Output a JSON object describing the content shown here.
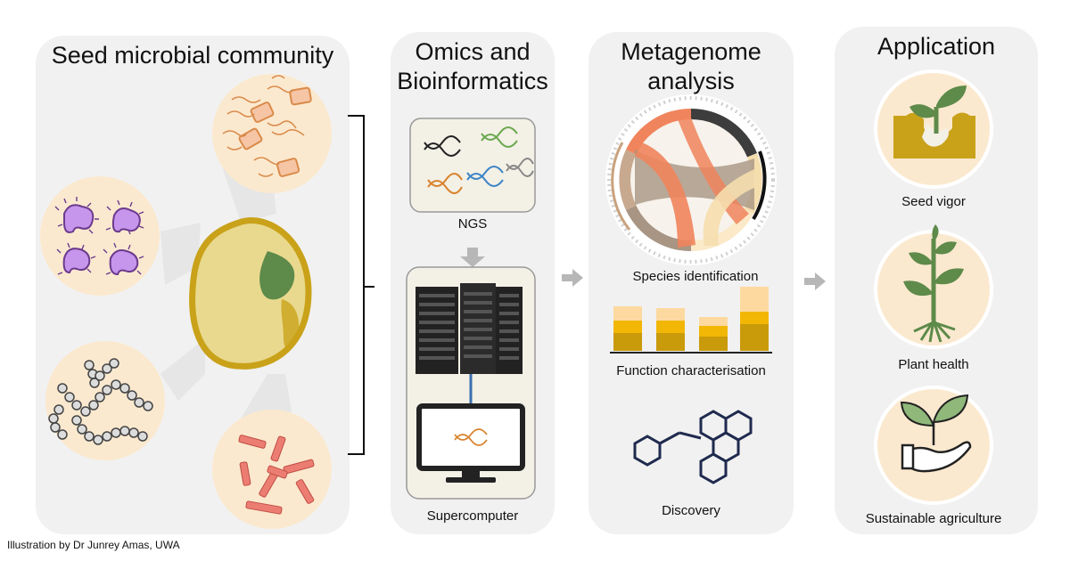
{
  "panels": {
    "seed_community": {
      "title": "Seed microbial community"
    },
    "omics": {
      "title_line1": "Omics and",
      "title_line2": "Bioinformatics",
      "ngs_label": "NGS",
      "supercomputer_label": "Supercomputer"
    },
    "metagenome": {
      "title_line1": "Metagenome",
      "title_line2": "analysis",
      "species_label": "Species identification",
      "function_label": "Function characterisation",
      "discovery_label": "Discovery"
    },
    "application": {
      "title": "Application",
      "seed_vigor_label": "Seed vigor",
      "plant_health_label": "Plant health",
      "sustainable_label": "Sustainable agriculture"
    }
  },
  "credit": "Illustration by Dr Junrey Amas, UWA",
  "colors": {
    "panel_bg": "#f1f1f1",
    "circle_fill": "#fbe9cf",
    "seed_yellow": "#e9d98e",
    "seed_rim": "#c9a21a",
    "leaf_green": "#5e8a4a",
    "arrow_gray": "#b7b7b7",
    "bacteria_purple": "#b87ee0",
    "rod_red": "#e56b62",
    "chord_orange": "#f0845c",
    "bar_gold": "#f2b705"
  },
  "icons": [
    "dna-icon",
    "server-rack-icon",
    "monitor-icon",
    "chord-diagram-icon",
    "bar-chart-icon",
    "molecule-icon",
    "sprout-icon",
    "plant-icon",
    "hand-plant-icon",
    "arrow-right-icon",
    "bracket-icon"
  ]
}
